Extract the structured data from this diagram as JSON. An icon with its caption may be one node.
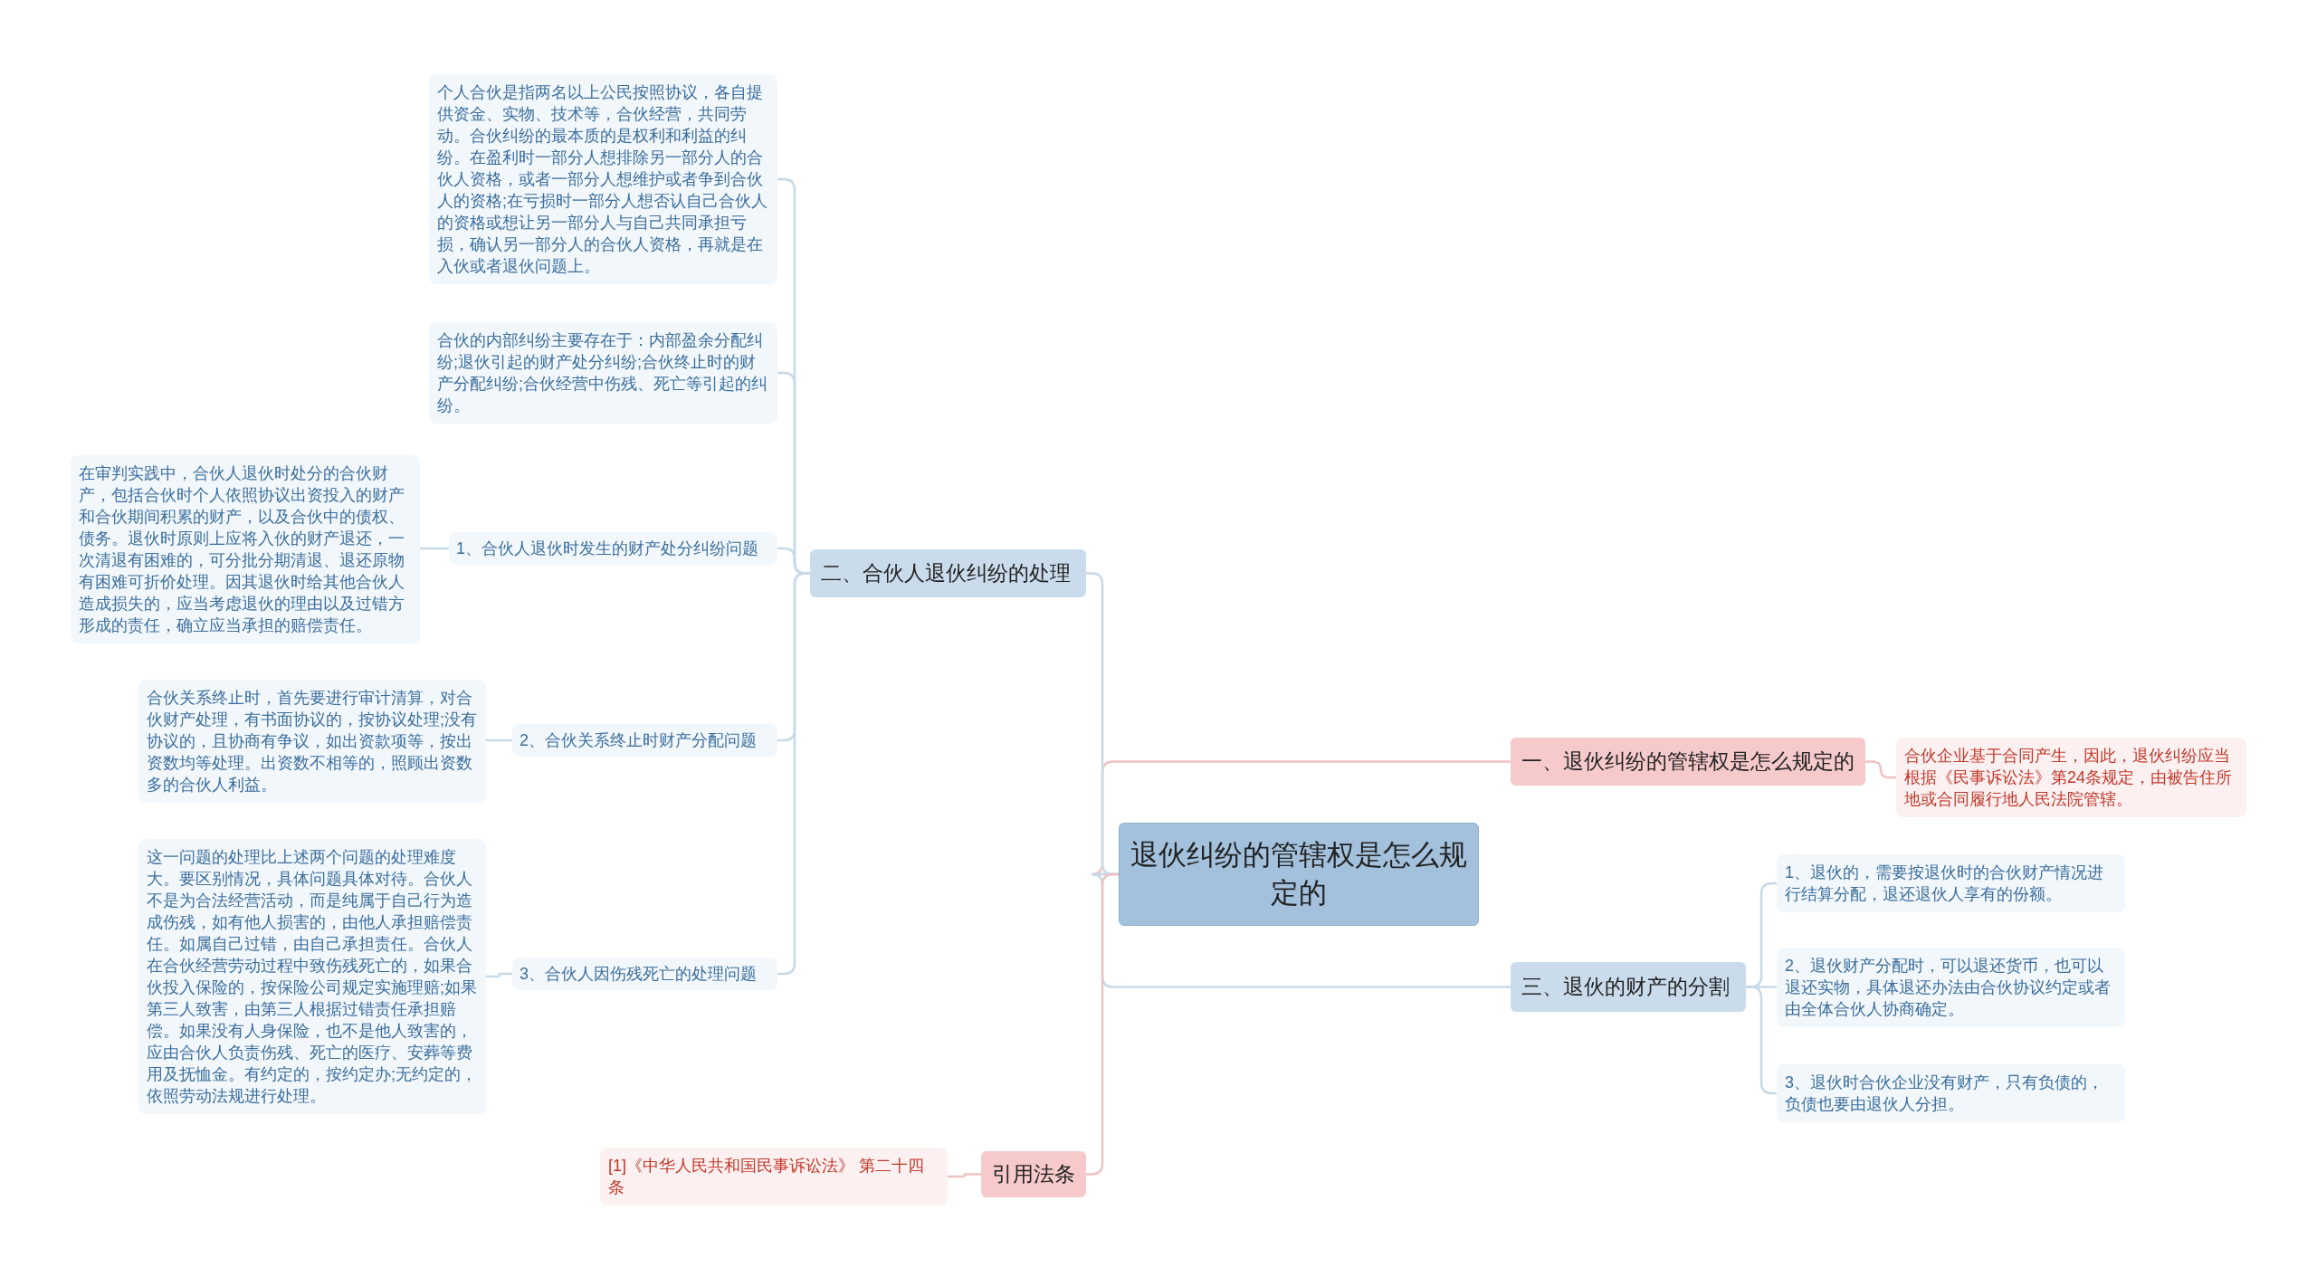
{
  "diagram": {
    "nodes": [
      {
        "text": [
          "退伙纠纷的管辖权是怎么规定的"
        ]
      },
      {
        "text": [
          "一、退伙纠纷的管辖权是怎么规定的"
        ]
      },
      {
        "text": [
          "合伙企业基于合同产生，因此，退伙纠纷应当根据《民事诉讼法》第24条规定，由被告住所地或合同履行地人民法院管辖。"
        ]
      },
      {
        "text": [
          "三、退伙的财产的分割"
        ]
      },
      {
        "text": [
          "1、退伙的，需要按退伙时的合伙财产情况进行结算分配，退还退伙人享有的份额。"
        ]
      },
      {
        "text": [
          "2、退伙财产分配时，可以退还货币，也可以退还实物，具体退还办法由合伙协议约定或者由全体合伙人协商确定。"
        ]
      },
      {
        "text": [
          "3、退伙时合伙企业没有财产，只有负债的，负债也要由退伙人分担。"
        ]
      },
      {
        "text": [
          "二、合伙人退伙纠纷的处理"
        ]
      },
      {
        "text": [
          "个人合伙是指两名以上公民按照协议，各自提供资金、实物、技术等，合伙经营，共同劳动。合伙纠纷的最本质的是权利和利益的纠纷。在盈利时一部分人想排除另一部分人的合伙人资格，或者一部分人想维护或者争到合伙人的资格;在亏损时一部分人想否认自己合伙人的资格或想让另一部分人与自己共同承担亏损，确认另一部分人的合伙人资格，再就是在入伙或者退伙问题上。"
        ]
      },
      {
        "text": [
          "合伙的内部纠纷主要存在于：内部盈余分配纠纷;退伙引起的财产处分纠纷;合伙终止时的财产分配纠纷;合伙经营中伤残、死亡等引起的纠纷。"
        ]
      },
      {
        "text": [
          "1、合伙人退伙时发生的财产处分纠纷问题"
        ]
      },
      {
        "text": [
          "在审判实践中，合伙人退伙时处分的合伙财产，包括合伙时个人依照协议出资投入的财产和合伙期间积累的财产，以及合伙中的债权、债务。退伙时原则上应将入伙的财产退还，一次清退有困难的，可分批分期清退、退还原物有困难可折价处理。因其退伙时给其他合伙人造成损失的，应当考虑退伙的理由以及过错方形成的责任，确立应当承担的赔偿责任。"
        ]
      },
      {
        "text": [
          "2、合伙关系终止时财产分配问题"
        ]
      },
      {
        "text": [
          "合伙关系终止时，首先要进行审计清算，对合伙财产处理，有书面协议的，按协议处理;没有协议的，且协商有争议，如出资款项等，按出资数均等处理。出资数不相等的，照顾出资数多的合伙人利益。"
        ]
      },
      {
        "text": [
          "3、合伙人因伤残死亡的处理问题"
        ]
      },
      {
        "text": [
          "这一问题的处理比上述两个问题的处理难度大。要区别情况，具体问题具体对待。合伙人不是为合法经营活动，而是纯属于自己行为造成伤残，如有他人损害的，由他人承担赔偿责任。如属自己过错，由自己承担责任。合伙人在合伙经营劳动过程中致伤残死亡的，如果合伙投入保险的，按保险公司规定实施理赔;如果第三人致害，由第三人根据过错责任承担赔偿。如果没有人身保险，也不是他人致害的，应由合伙人负责伤残、死亡的医疗、安葬等费用及抚恤金。有约定的，按约定办;无约定的，依照劳动法规进行处理。"
        ]
      },
      {
        "text": [
          "引用法条"
        ]
      },
      {
        "text": [
          "[1]《中华人民共和国民事诉讼法》 第二十四条"
        ]
      }
    ],
    "edges": [
      {
        "from": 0,
        "to": 1,
        "arrow": "none",
        "color": "#efc2c2"
      },
      {
        "from": 0,
        "to": 3,
        "arrow": "none"
      },
      {
        "from": 0,
        "to": 7,
        "arrow": "none"
      },
      {
        "from": 0,
        "to": 16,
        "arrow": "none",
        "color": "#efc2c2"
      },
      {
        "from": 1,
        "to": 2,
        "arrow": "none",
        "color": "#efc2c2"
      },
      {
        "from": 3,
        "to": 4,
        "arrow": "none"
      },
      {
        "from": 3,
        "to": 5,
        "arrow": "none"
      },
      {
        "from": 3,
        "to": 6,
        "arrow": "none"
      },
      {
        "from": 7,
        "to": 8,
        "arrow": "none"
      },
      {
        "from": 7,
        "to": 9,
        "arrow": "none"
      },
      {
        "from": 7,
        "to": 10,
        "arrow": "none"
      },
      {
        "from": 7,
        "to": 12,
        "arrow": "none"
      },
      {
        "from": 7,
        "to": 14,
        "arrow": "none"
      },
      {
        "from": 10,
        "to": 11,
        "arrow": "none"
      },
      {
        "from": 12,
        "to": 13,
        "arrow": "none"
      },
      {
        "from": 14,
        "to": 15,
        "arrow": "none"
      },
      {
        "from": 16,
        "to": 17,
        "arrow": "none",
        "color": "#efc2c2"
      }
    ]
  }
}
